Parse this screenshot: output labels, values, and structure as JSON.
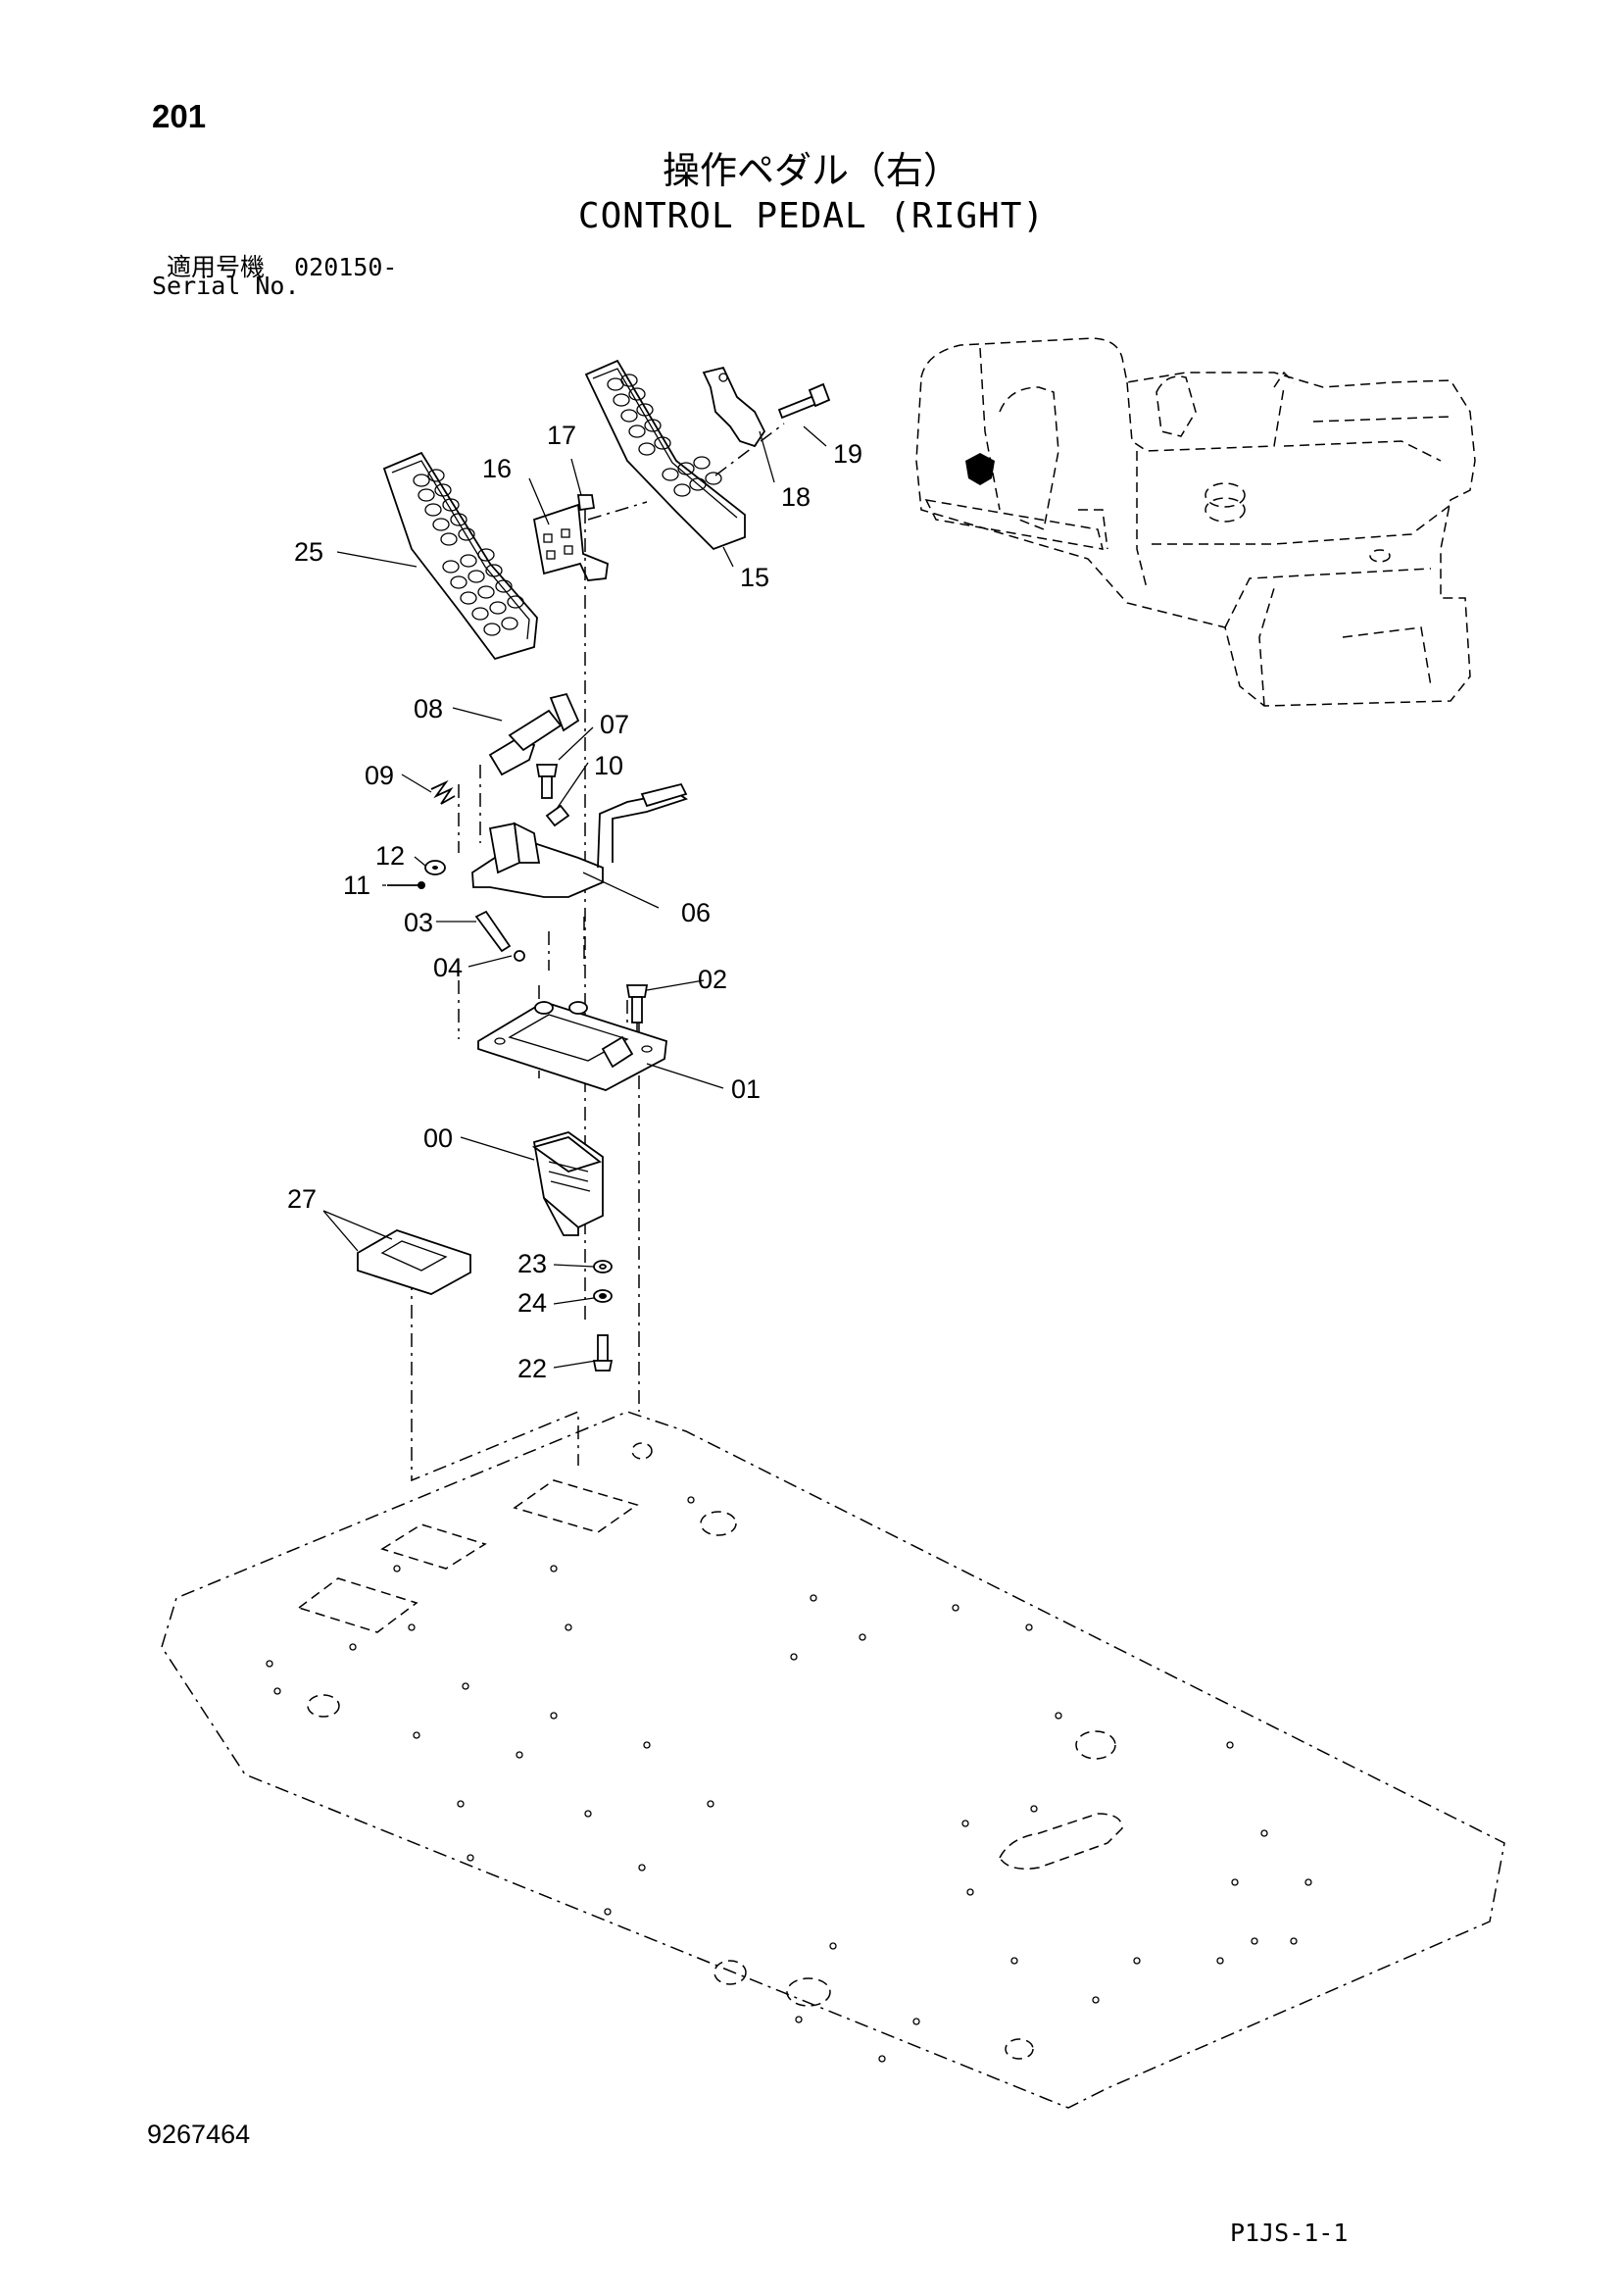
{
  "header": {
    "page_number": "201",
    "title_ja": "操作ペダル（右）",
    "title_en": "CONTROL PEDAL (RIGHT)",
    "serial_label_ja": "適用号機",
    "serial_value": "020150-",
    "serial_label_en": "Serial No."
  },
  "callouts": [
    {
      "id": "p17",
      "label": "17"
    },
    {
      "id": "p16",
      "label": "16"
    },
    {
      "id": "p19",
      "label": "19"
    },
    {
      "id": "p18",
      "label": "18"
    },
    {
      "id": "p25",
      "label": "25"
    },
    {
      "id": "p15",
      "label": "15"
    },
    {
      "id": "p08",
      "label": "08"
    },
    {
      "id": "p07",
      "label": "07"
    },
    {
      "id": "p09",
      "label": "09"
    },
    {
      "id": "p10",
      "label": "10"
    },
    {
      "id": "p12",
      "label": "12"
    },
    {
      "id": "p11",
      "label": "11"
    },
    {
      "id": "p06",
      "label": "06"
    },
    {
      "id": "p03",
      "label": "03"
    },
    {
      "id": "p04",
      "label": "04"
    },
    {
      "id": "p02",
      "label": "02"
    },
    {
      "id": "p01",
      "label": "01"
    },
    {
      "id": "p00",
      "label": "00"
    },
    {
      "id": "p27",
      "label": "27"
    },
    {
      "id": "p23",
      "label": "23"
    },
    {
      "id": "p24",
      "label": "24"
    },
    {
      "id": "p22",
      "label": "22"
    }
  ],
  "footer": {
    "drawing_number": "9267464",
    "sheet_code": "P1JS-1-1"
  }
}
